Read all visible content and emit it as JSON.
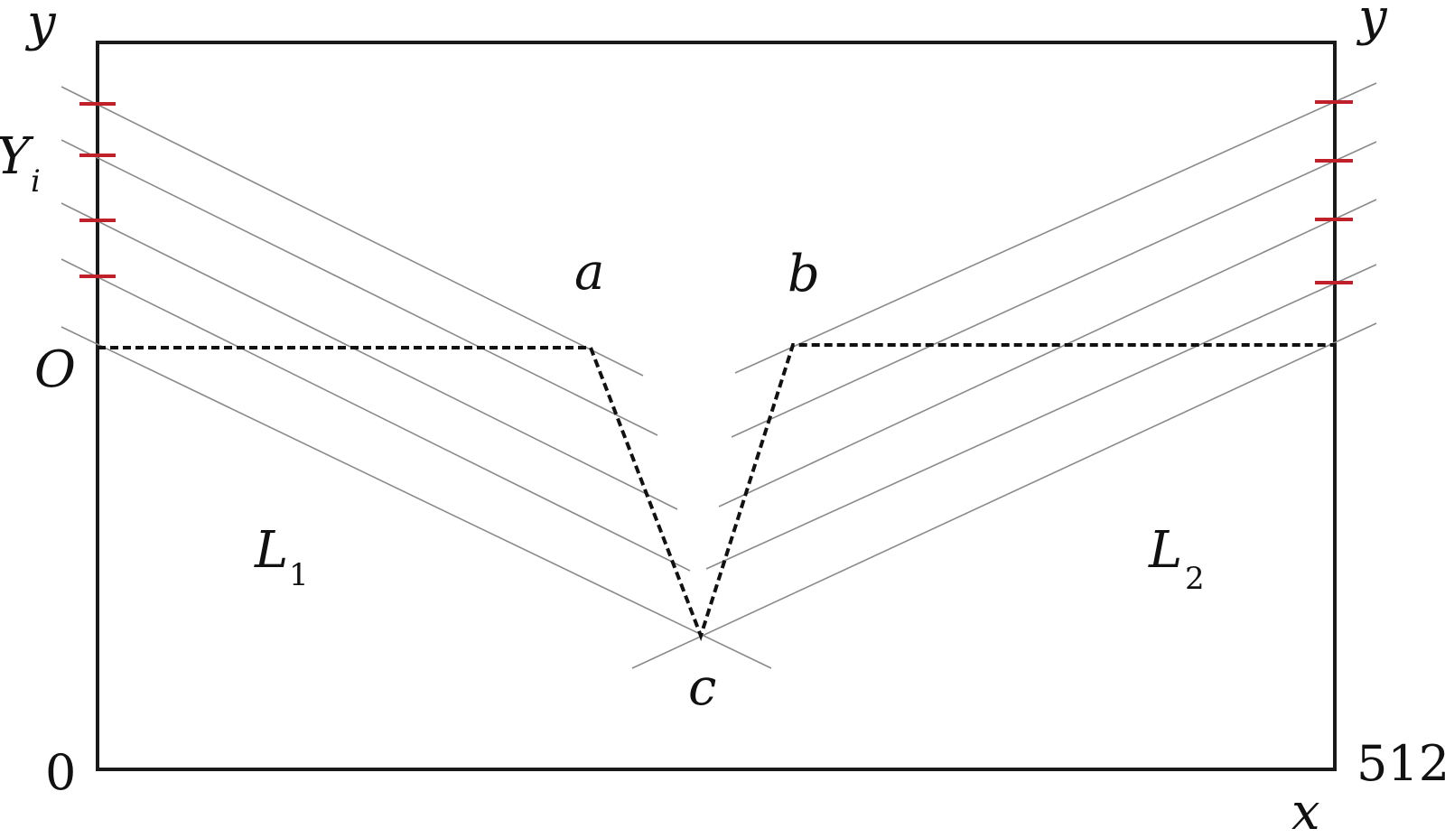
{
  "labels": {
    "y_left": "y",
    "y_right": "y",
    "Yi_main": "Y",
    "Yi_sub": "i",
    "O": "O",
    "a": "a",
    "b": "b",
    "c": "c",
    "L1_main": "L",
    "L1_sub": "1",
    "L2_main": "L",
    "L2_sub": "2",
    "zero": "0",
    "x_max": "512",
    "x": "x"
  },
  "colors": {
    "frame": "#1a1a1a",
    "scan_lines": "#8a8a8a",
    "profile": "#111111",
    "ticks": "#c0202a"
  }
}
